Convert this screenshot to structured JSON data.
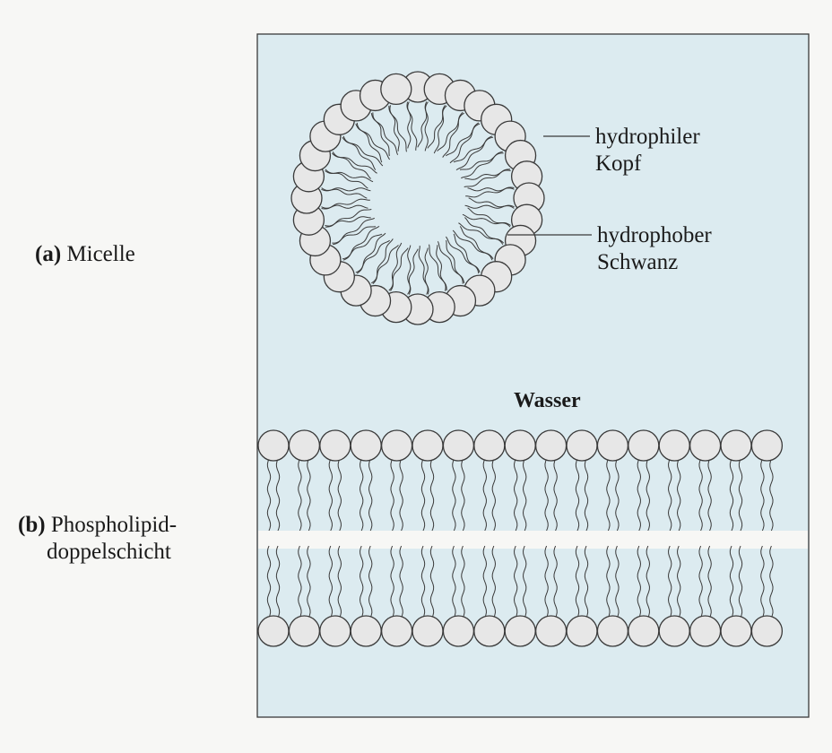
{
  "micelle_label": {
    "letter": "(a)",
    "name": "Micelle"
  },
  "bilayer_label": {
    "letter": "(b)",
    "line1": "Phospholipid-",
    "line2": "doppelschicht"
  },
  "head_label": {
    "line1": "hydrophiler",
    "line2": "Kopf"
  },
  "tail_label": {
    "line1": "hydrophober",
    "line2": "Schwanz"
  },
  "water_label": "Wasser",
  "colors": {
    "water": "#dcebf0",
    "head_fill": "#e7e7e7",
    "outline": "#3a3a3a",
    "background": "#f7f7f5"
  }
}
